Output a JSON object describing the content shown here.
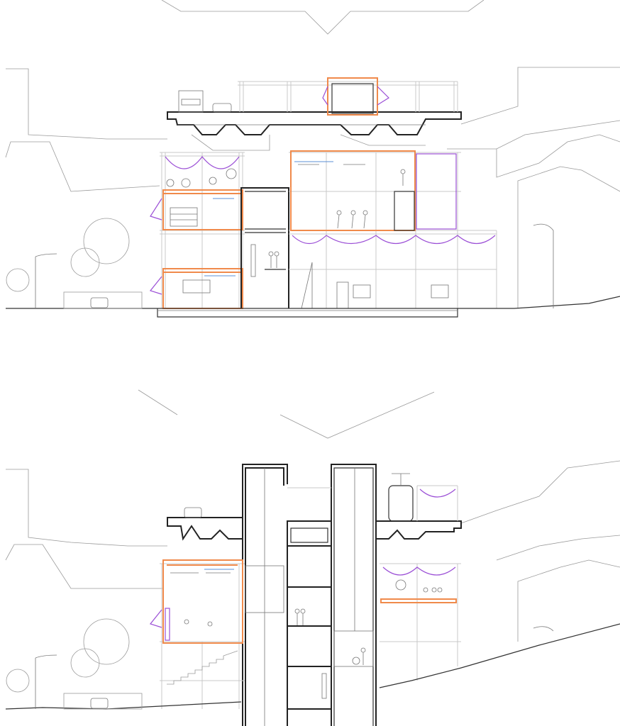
{
  "drawing": {
    "type": "architectural-section",
    "sections": [
      "upper-section",
      "lower-section"
    ]
  },
  "colors": {
    "structure": "#222222",
    "context": "#9a9a9a",
    "enclosure": "#f08a4b",
    "curtain": "#9b4fd6",
    "services": "#5b8fd6"
  }
}
